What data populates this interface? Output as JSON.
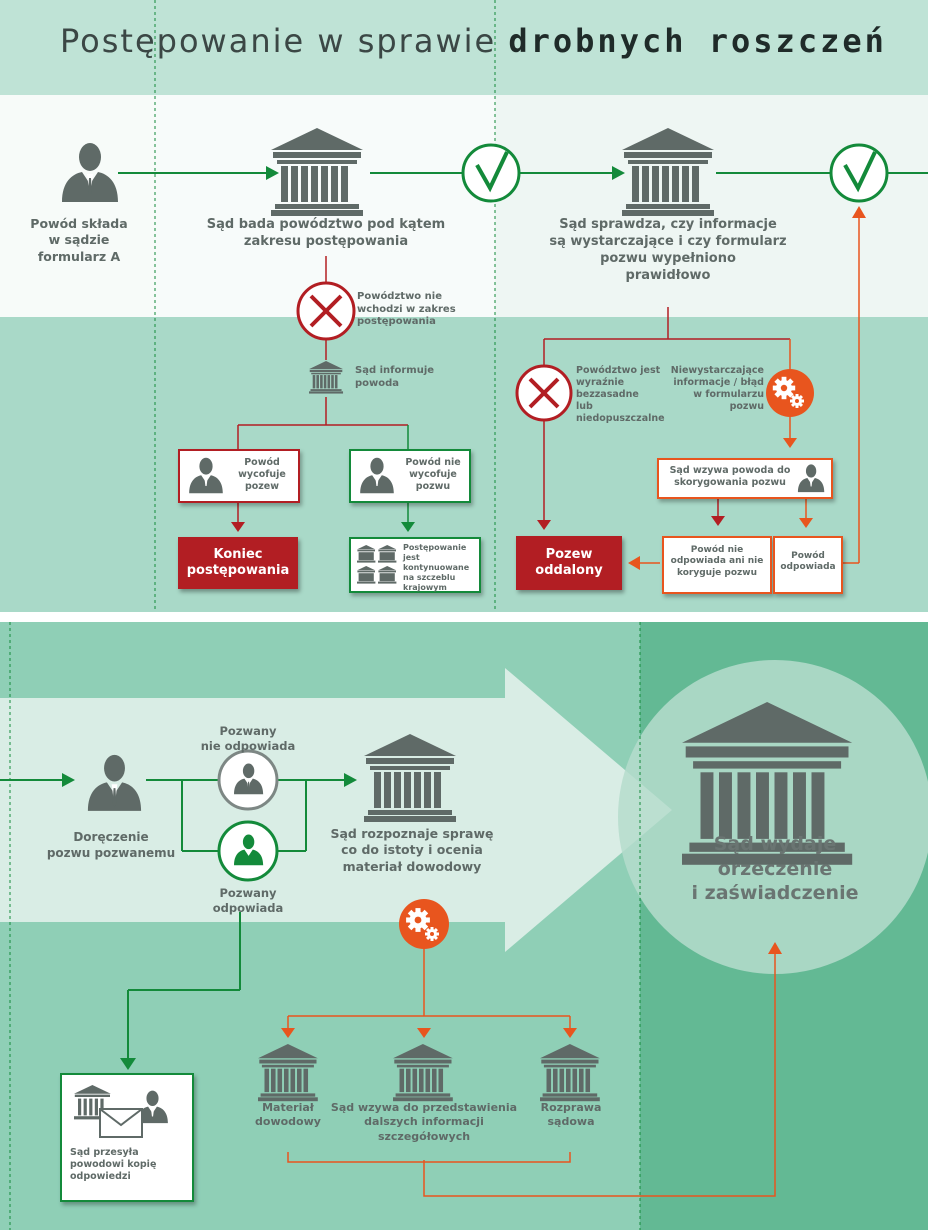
{
  "title": {
    "regular": "Postępowanie w sprawie",
    "bold": "drobnych roszczeń"
  },
  "part1": {
    "claimant_files": "Powód składa\nw sądzie\nformularz A",
    "court_checks_scope": "Sąd bada powództwo pod kątem\nzakresu postępowania",
    "court_checks_info": "Sąd sprawdza, czy informacje\nsą wystarczające i czy formularz\npozwu wypełniono\nprawidłowo",
    "out_of_scope": "Powództwo nie\nwchodzi w zakres\npostępowania",
    "court_informs": "Sąd informuje\npowoda",
    "claimant_withdraws": "Powód\nwycofuje\npozew",
    "claimant_not_withdraws": "Powód nie\nwycofuje\npozwu",
    "end_proceedings": "Koniec\npostępowania",
    "continued_national": "Postępowanie jest\nkontynuowane\nna szczeblu\nkrajowym",
    "manifestly_unfounded": "Powództwo jest\nwyraźnie\nbezzasadne\nlub niedopuszczalne",
    "insufficient_info": "Niewystarczające\ninformacje / błąd\nw formularzu\npozwu",
    "court_calls_correction": "Sąd wzywa powoda do\nskorygowania pozwu",
    "claim_dismissed": "Pozew\noddalony",
    "claimant_not_respond": "Powód nie\nodpowiada ani nie\nkoryguje pozwu",
    "claimant_responds": "Powód\nodpowiada"
  },
  "part2": {
    "service": "Doręczenie\npozwu pozwanemu",
    "defendant_not_respond": "Pozwany\nnie odpowiada",
    "defendant_responds": "Pozwany\nodpowiada",
    "court_examines": "Sąd rozpoznaje sprawę\nco do istoty i ocenia\nmateriał dowodowy",
    "court_sends_copy": "Sąd przesyła\npowodowi kopię\nodpowiedzi",
    "evidence": "Materiał\ndowodowy",
    "court_requests_more": "Sąd wzywa do przedstawienia\ndalszych informacji\nszczegółowych",
    "hearing": "Rozprawa\nsądowa",
    "judgment": "Sąd wydaje\norzeczenie\ni zaświadczenie"
  },
  "colors": {
    "green": "#138a3a",
    "red": "#b21e23",
    "orange": "#e8551e",
    "teal_light": "#cfe8e0",
    "teal_mid": "#a8d8c8",
    "teal_dark": "#5fb896",
    "gray": "#5f6a67"
  }
}
